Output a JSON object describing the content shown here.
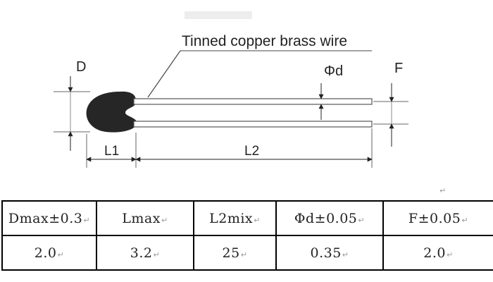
{
  "diagram": {
    "wire_label": "Tinned copper brass wire",
    "labels": {
      "D": "D",
      "d": "Φd",
      "F": "F",
      "L1": "L1",
      "L2": "L2"
    }
  },
  "table": {
    "headers": [
      "Dmax±0.3",
      "Lmax",
      "L2mix",
      "Φd±0.05",
      "F±0.05"
    ],
    "row": [
      "2.0",
      "3.2",
      "25",
      "0.35",
      "2.0"
    ],
    "return_mark": "↵"
  }
}
